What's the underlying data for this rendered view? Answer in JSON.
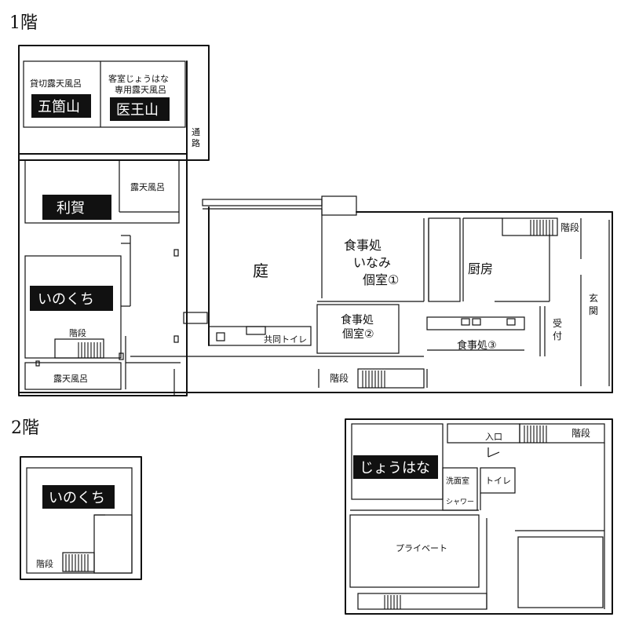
{
  "floors": {
    "first": {
      "title": "1階",
      "rooms": {
        "gokayama_caption": "貸切露天風呂",
        "gokayama_name": "五箇山",
        "iozen_caption_line1": "客室じょうはな",
        "iozen_caption_line2": "専用露天風呂",
        "iozen_name": "医王山",
        "tsuro_1": "通",
        "tsuro_2": "路",
        "toga_name": "利賀",
        "toga_bath": "露天風呂",
        "inokuchi_name": "いのくち",
        "inokuchi_stairs": "階段",
        "inokuchi_bath": "露天風呂",
        "garden": "庭",
        "inami_line1": "食事処",
        "inami_line2": "いなみ",
        "inami_line3": "個室①",
        "private2_line1": "食事処",
        "private2_line2": "個室②",
        "kitchen": "厨房",
        "dining3": "食事処③",
        "shared_toilet": "共同トイレ",
        "bottom_stairs": "階段",
        "right_stairs": "階段",
        "reception_1": "受",
        "reception_2": "付",
        "entrance_1": "玄",
        "entrance_2": "関"
      }
    },
    "second": {
      "title": "2階",
      "inokuchi": {
        "name": "いのくち",
        "stairs": "階段"
      },
      "johana": {
        "name": "じょうはな",
        "entrance": "入口",
        "stairs": "階段",
        "washroom": "洗面室",
        "toilet": "トイレ",
        "shower": "シャワー",
        "private": "プライベート"
      }
    }
  }
}
